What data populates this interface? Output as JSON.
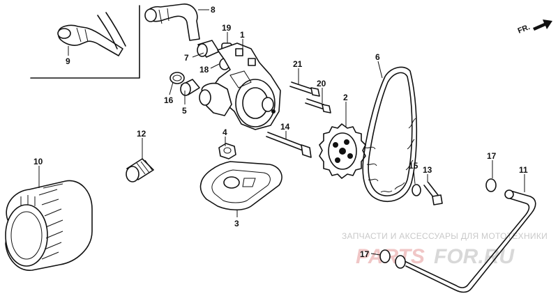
{
  "orientation": {
    "label": "FR."
  },
  "parts": [
    {
      "number": "1"
    },
    {
      "number": "2"
    },
    {
      "number": "3"
    },
    {
      "number": "4"
    },
    {
      "number": "5"
    },
    {
      "number": "6"
    },
    {
      "number": "7"
    },
    {
      "number": "8"
    },
    {
      "number": "9"
    },
    {
      "number": "10"
    },
    {
      "number": "11"
    },
    {
      "number": "12"
    },
    {
      "number": "13"
    },
    {
      "number": "14"
    },
    {
      "number": "15"
    },
    {
      "number": "16"
    },
    {
      "number": "17"
    },
    {
      "number": "17"
    },
    {
      "number": "18"
    },
    {
      "number": "19"
    },
    {
      "number": "20"
    },
    {
      "number": "21"
    }
  ],
  "watermark": {
    "tagline": "ЗАПЧАСТИ И АКСЕССУАРЫ ДЛЯ МОТОТЕХНИКИ",
    "logo_part1": "PARTS",
    "logo_part2": "FOR.RU"
  }
}
